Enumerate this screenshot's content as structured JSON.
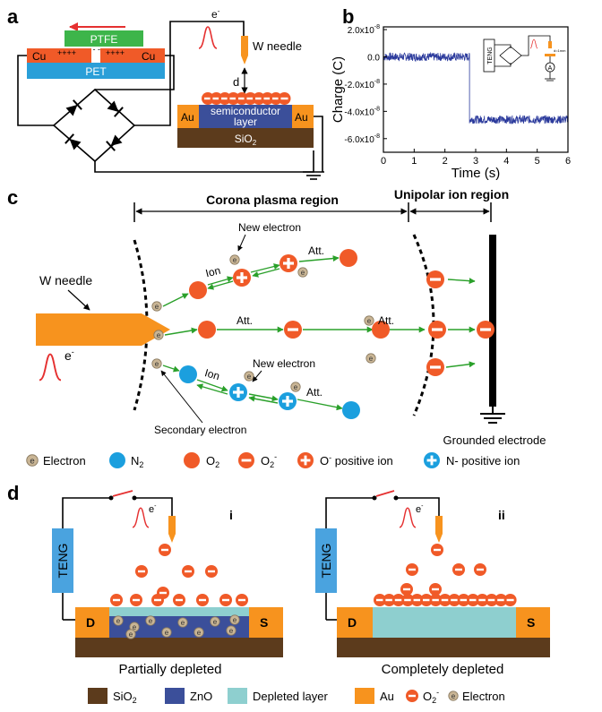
{
  "panel_labels": {
    "a": "a",
    "b": "b",
    "c": "c",
    "d": "d"
  },
  "colors": {
    "copper": "#f05a28",
    "pet": "#2a9fd8",
    "ptfe": "#3db54a",
    "substrate": "#5c3b1c",
    "semiconductor": "#3b4f9a",
    "au": "#f7931e",
    "depleted": "#8ecfcf",
    "o2": "#f05a28",
    "n2": "#1b9fde",
    "electron": "#c9b595",
    "teng": "#4aa3df",
    "trace": "#2e3192",
    "arrow_green": "#2aa02a",
    "pulse": "#e53030"
  },
  "panel_a": {
    "ptfe_label": "PTFE",
    "pet_label": "PET",
    "cu_left": "Cu",
    "cu_right": "Cu",
    "ptfe_charges": "- - - - -",
    "cu_charges_left": "++++",
    "cu_charges_right": "++++",
    "electron_label": "e",
    "electron_sup": "-",
    "needle_label": "W needle",
    "gap_label": "d",
    "semiconductor_label_1": "semiconductor",
    "semiconductor_label_2": "layer",
    "au_left": "Au",
    "au_right": "Au",
    "sio2_label": "SiO",
    "sio2_sub": "2"
  },
  "panel_b": {
    "chart_data": {
      "type": "line",
      "xlabel": "Time (s)",
      "ylabel": "Charge (C)",
      "xlim": [
        0,
        6
      ],
      "ylim": [
        -7e-08,
        2.2e-08
      ],
      "xticks": [
        "0",
        "1",
        "2",
        "3",
        "4",
        "5",
        "6"
      ],
      "yticks": [
        {
          "mantissa": "2.0x10",
          "exp": "-8",
          "value": 2e-08
        },
        {
          "mantissa": "0.0",
          "exp": "",
          "value": 0
        },
        {
          "mantissa": "-2.0x10",
          "exp": "-8",
          "value": -2e-08
        },
        {
          "mantissa": "-4.0x10",
          "exp": "-8",
          "value": -4e-08
        },
        {
          "mantissa": "-6.0x10",
          "exp": "-8",
          "value": -6e-08
        }
      ],
      "series": [
        {
          "points": [
            [
              0,
              0
            ],
            [
              2.8,
              0
            ],
            [
              2.8,
              -4.6e-08
            ],
            [
              6,
              -4.6e-08
            ]
          ],
          "noise": 3e-09
        }
      ],
      "line_color": "#2b3a9c",
      "inset": {
        "teng_label": "TENG",
        "distance_label": "d=1mm",
        "meter_label": "A"
      }
    }
  },
  "panel_c": {
    "region_plasma": "Corona plasma region",
    "region_unipolar": "Unipolar ion region",
    "needle_label": "W needle",
    "electron_sup": "-",
    "new_electron_1": "New electron",
    "new_electron_2": "New electron",
    "secondary_electron": "Secondary electron",
    "ion_label_1": "Ion",
    "ion_label_2": "Ion",
    "att_labels": [
      "Att.",
      "Att.",
      "Att.",
      "Att."
    ],
    "grounded_electrode": "Grounded electrode",
    "electron_glyph": "e"
  },
  "legend_c": {
    "electron": "Electron",
    "n2": "N",
    "n2_sub": "2",
    "o2": "O",
    "o2_sub": "2",
    "o2_ion": "O",
    "o2_ion_sub": "2",
    "o2_ion_sup": "-",
    "o_positive": "O",
    "o_positive_sup": "-",
    "o_positive_rest": " positive ion",
    "n_positive": "N- positive ion"
  },
  "panel_d": {
    "teng_label": "TENG",
    "electron_label": "e",
    "electron_sup": "-",
    "sub_i": "i",
    "sub_ii": "ii",
    "drain": "D",
    "source": "S",
    "caption_i": "Partially depleted",
    "caption_ii": "Completely depleted"
  },
  "legend_d": {
    "sio2": "SiO",
    "sio2_sub": "2",
    "zno": "ZnO",
    "depleted": "Depleted layer",
    "au": "Au",
    "o2_ion": "O",
    "o2_ion_sub": "2",
    "o2_ion_sup": "-",
    "electron": "Electron"
  }
}
